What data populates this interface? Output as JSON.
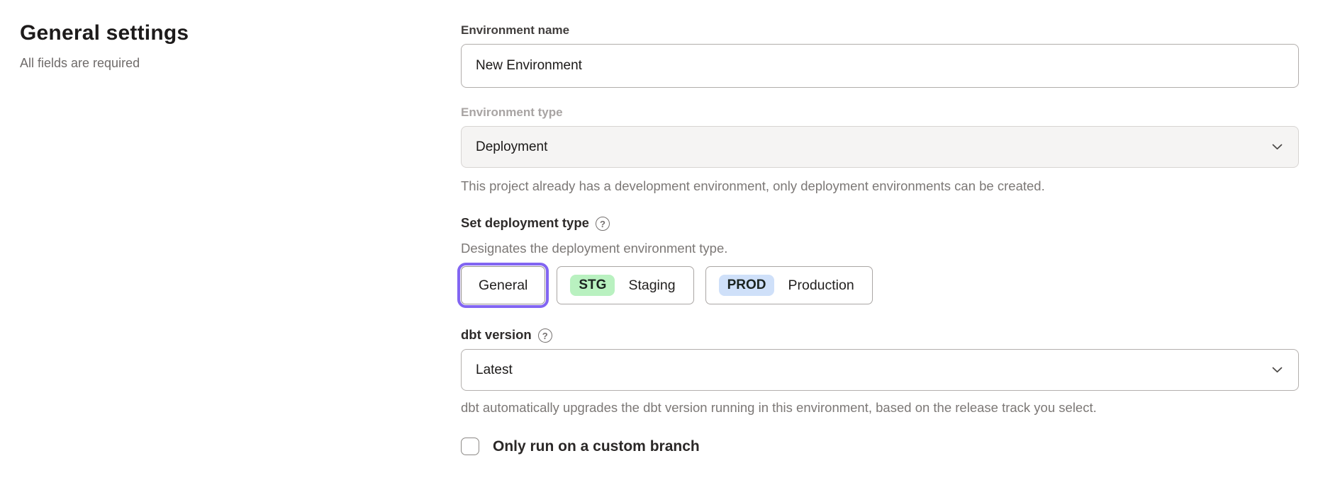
{
  "page": {
    "title": "General settings",
    "subtitle": "All fields are required"
  },
  "form": {
    "environment_name": {
      "label": "Environment name",
      "value": "New Environment"
    },
    "environment_type": {
      "label": "Environment type",
      "value": "Deployment",
      "disabled": true,
      "helper": "This project already has a development environment, only deployment environments can be created."
    },
    "deployment_type": {
      "label": "Set deployment type",
      "helper": "Designates the deployment environment type.",
      "options": [
        {
          "label": "General",
          "selected": true
        },
        {
          "badge": "STG",
          "label": "Staging",
          "badge_color": "#b9f1c0"
        },
        {
          "badge": "PROD",
          "label": "Production",
          "badge_color": "#cfe0f9"
        }
      ]
    },
    "dbt_version": {
      "label": "dbt version",
      "value": "Latest",
      "helper": "dbt automatically upgrades the dbt version running in this environment, based on the release track you select."
    },
    "custom_branch": {
      "label": "Only run on a custom branch",
      "checked": false
    }
  },
  "icons": {
    "help_glyph": "?",
    "chevron": "chevron-down"
  },
  "colors": {
    "accent_purple": "#8265f2",
    "badge_staging_bg": "#b9f1c0",
    "badge_production_bg": "#cfe0f9",
    "disabled_field_bg": "#f5f4f3",
    "border_gray": "#b1adab",
    "helper_text": "#7c7876"
  }
}
